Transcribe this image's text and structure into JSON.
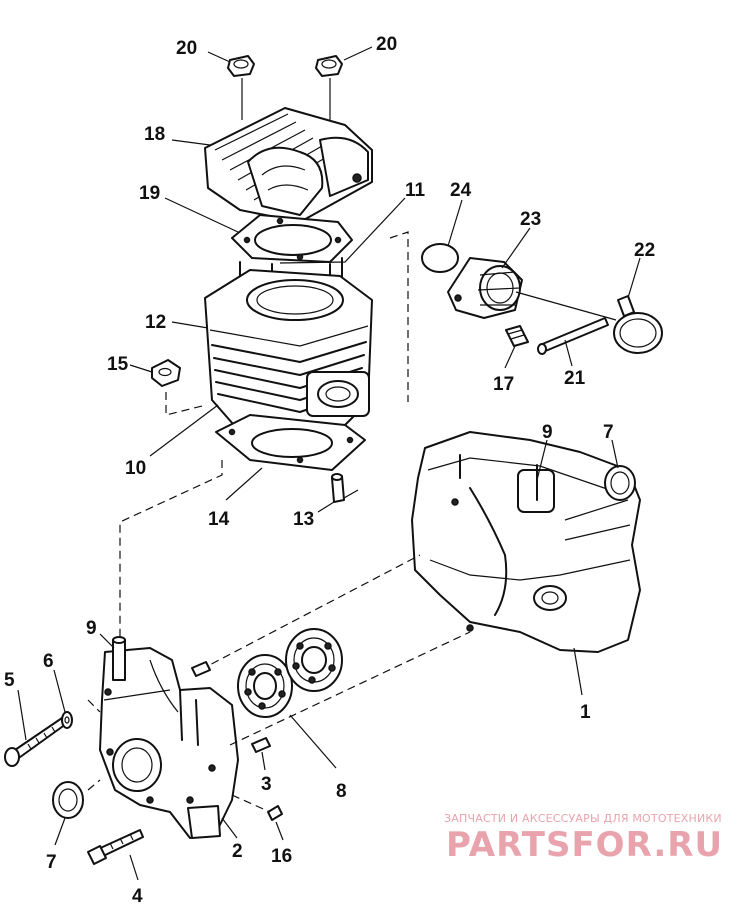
{
  "callouts": {
    "c20a": "20",
    "c20b": "20",
    "c18": "18",
    "c19": "19",
    "c11": "11",
    "c24": "24",
    "c23": "23",
    "c22": "22",
    "c12": "12",
    "c15": "15",
    "c17": "17",
    "c21": "21",
    "c10": "10",
    "c9a": "9",
    "c7a": "7",
    "c14": "14",
    "c13": "13",
    "c9b": "9",
    "c1": "1",
    "c5": "5",
    "c6": "6",
    "c3": "3",
    "c8": "8",
    "c7b": "7",
    "c2": "2",
    "c16": "16",
    "c4": "4"
  },
  "watermark": {
    "tagline": "ЗАПЧАСТИ И АКСЕССУАРЫ ДЛЯ МОТОТЕХНИКИ",
    "logo": "PARTSFOR.RU"
  }
}
